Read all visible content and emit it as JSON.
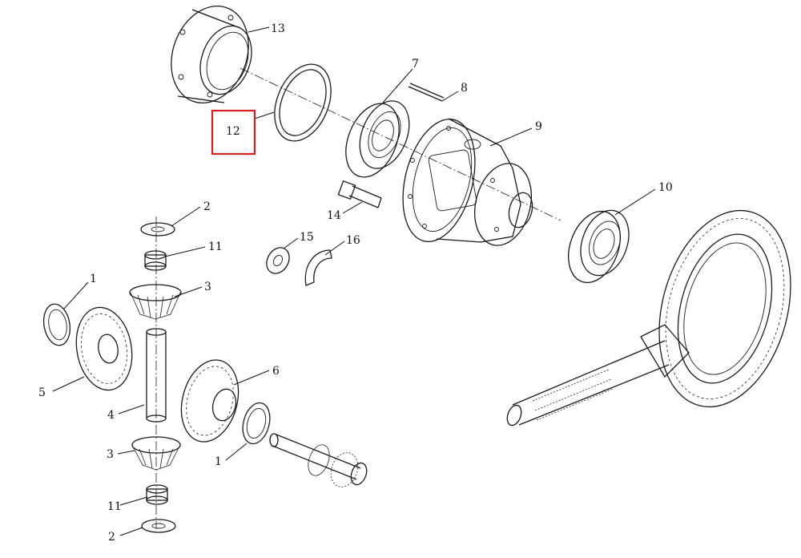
{
  "diagram": {
    "highlight_color": "#d42020",
    "callouts": [
      {
        "id": "1a",
        "label": "1"
      },
      {
        "id": "1b",
        "label": "1"
      },
      {
        "id": "2a",
        "label": "2"
      },
      {
        "id": "2b",
        "label": "2"
      },
      {
        "id": "3a",
        "label": "3"
      },
      {
        "id": "3b",
        "label": "3"
      },
      {
        "id": "4",
        "label": "4"
      },
      {
        "id": "5",
        "label": "5"
      },
      {
        "id": "6",
        "label": "6"
      },
      {
        "id": "7",
        "label": "7"
      },
      {
        "id": "8",
        "label": "8"
      },
      {
        "id": "9",
        "label": "9"
      },
      {
        "id": "10",
        "label": "10"
      },
      {
        "id": "11a",
        "label": "11"
      },
      {
        "id": "11b",
        "label": "11"
      },
      {
        "id": "12",
        "label": "12"
      },
      {
        "id": "13",
        "label": "13"
      },
      {
        "id": "14",
        "label": "14"
      },
      {
        "id": "15",
        "label": "15"
      },
      {
        "id": "16",
        "label": "16"
      }
    ]
  }
}
